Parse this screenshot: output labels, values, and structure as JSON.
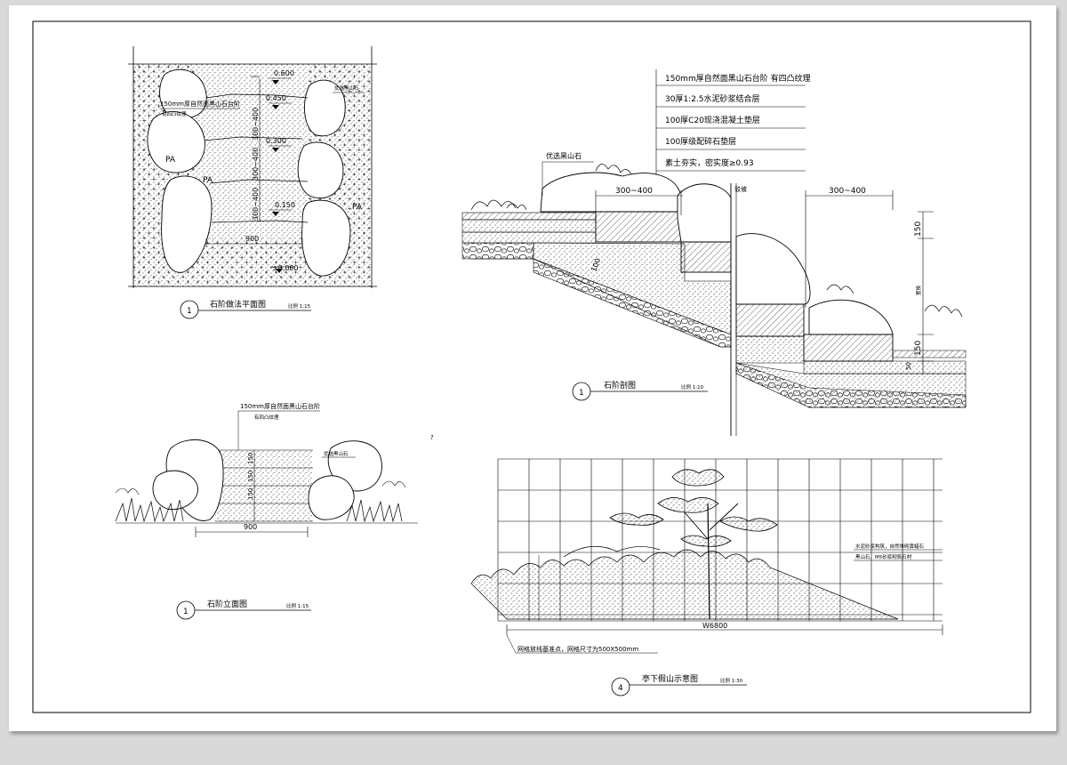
{
  "drawing": {
    "plan": {
      "callout_no": "1",
      "title": "石阶做法平面图",
      "scale": "比例 1:15",
      "note_stone": "150mm厚自然面黑山石台阶",
      "note_stone2": "有四凸纹理",
      "note_right": "优选黑山石",
      "elev": [
        "0.600",
        "0.450",
        "0.300",
        "0.150",
        "±0.000"
      ],
      "dims": [
        "300~400",
        "300~400",
        "300~400"
      ],
      "width": "900",
      "pa": [
        "PA",
        "PA",
        "PA"
      ]
    },
    "section": {
      "callout_no": "1",
      "title": "石阶剖图",
      "scale": "比例 1:10",
      "layers": [
        "150mm厚自然面黑山石台阶  有四凸纹理",
        "30厚1:2.5水泥砂浆结合层",
        "100厚C20现浇混凝土垫层",
        "100厚级配碎石垫层",
        "素土夯实，密实度≥0.93"
      ],
      "label_rock": "优选黑山石",
      "dim_a": "300~400",
      "dim_b": "300~400",
      "label_wall": "驳坡",
      "label_step": "置换",
      "h1": "150",
      "h2": "150",
      "h3": "100",
      "h4": "50"
    },
    "elevation": {
      "callout_no": "1",
      "title": "石阶立面图",
      "scale": "比例 1:15",
      "note1": "150mm厚自然面黑山石台阶",
      "note2": "有四凸纹理",
      "note_rock": "优选黑山石",
      "heights": [
        "150",
        "150",
        "150"
      ],
      "width": "900"
    },
    "rockery": {
      "callout_no": "4",
      "title": "亭下假山示意图",
      "scale": "比例 1:30",
      "note_a": "水泥砂浆构筑，自然堆砌黄蜡石",
      "note_b": "黑山石，M5砂浆砌筑石材",
      "width": "W6800",
      "grid_note": "网格放线基准点，网格尺寸为500X500mm"
    },
    "stray_mark": "?"
  },
  "colors": {
    "line": "#000000",
    "paper": "#ffffff",
    "background": "#d9d9d9"
  }
}
